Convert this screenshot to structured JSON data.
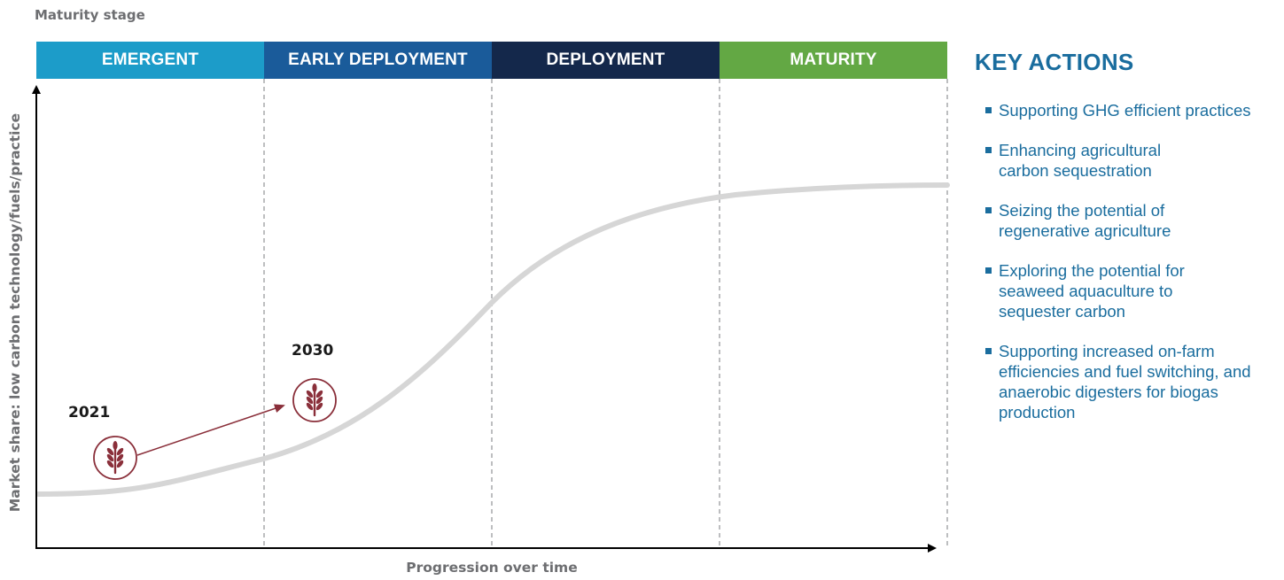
{
  "maturity_stage_label": "Maturity stage",
  "stages": [
    {
      "label": "EMERGENT",
      "color": "#1c9cc9"
    },
    {
      "label": "EARLY DEPLOYMENT",
      "color": "#1a5b9a"
    },
    {
      "label": "DEPLOYMENT",
      "color": "#14284b"
    },
    {
      "label": "MATURITY",
      "color": "#63a844"
    }
  ],
  "y_axis_label": "Market share: low carbon technology/fuels/practice",
  "x_axis_label": "Progression over time",
  "markers": [
    {
      "year": "2021",
      "icon": "wheat-icon",
      "color": "#8a2f3a"
    },
    {
      "year": "2030",
      "icon": "wheat-icon",
      "color": "#8a2f3a"
    }
  ],
  "key_actions": {
    "title": "KEY ACTIONS",
    "items": [
      "Supporting GHG efficient practices",
      "Enhancing agricultural carbon sequestration",
      "Seizing the potential of regenerative agriculture",
      "Exploring the potential for seaweed aquaculture to sequester carbon",
      "Supporting increased on-farm efficiencies and fuel switching, and anaerobic digesters for biogas production"
    ]
  },
  "colors": {
    "curve": "#d6d6d6",
    "axis": "#000000",
    "divider": "#a7a9ac",
    "accent_text": "#1a6d9e",
    "marker": "#8a2f3a"
  }
}
